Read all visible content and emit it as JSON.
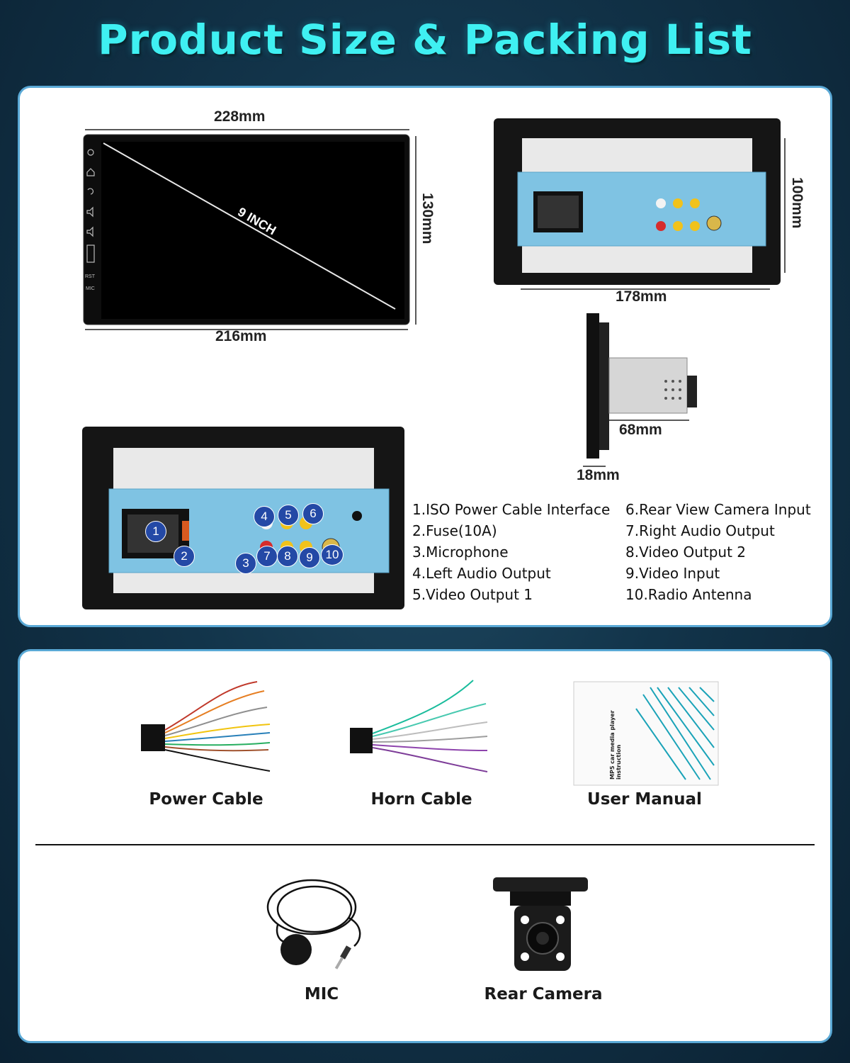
{
  "title": "Product Size & Packing List",
  "dimensions": {
    "top_width": "228mm",
    "bottom_width": "216mm",
    "height": "130mm",
    "screen_size": "9 INCH",
    "back_height": "100mm",
    "back_width": "178mm",
    "depth": "68mm",
    "panel_depth": "18mm"
  },
  "front_buttons": {
    "rst": "RST",
    "mic": "MIC"
  },
  "badges": [
    "1",
    "2",
    "3",
    "4",
    "5",
    "6",
    "7",
    "8",
    "9",
    "10"
  ],
  "legend_left": [
    "1.ISO Power Cable Interface",
    "2.Fuse(10A)",
    "3.Microphone",
    "4.Left Audio Output",
    "5.Video Output 1"
  ],
  "legend_right": [
    "6.Rear View Camera Input",
    "7.Right Audio Output",
    "8.Video Output 2",
    "9.Video Input",
    "10.Radio Antenna"
  ],
  "packing": {
    "power_cable": "Power Cable",
    "horn_cable": "Horn Cable",
    "user_manual": "User Manual",
    "mic": "MIC",
    "rear_camera": "Rear Camera",
    "manual_cover_text": "MP5 car media player instruction"
  },
  "colors": {
    "title": "#3ff0f2",
    "badge": "#2449a6",
    "panel_border": "#5aa9d6"
  }
}
